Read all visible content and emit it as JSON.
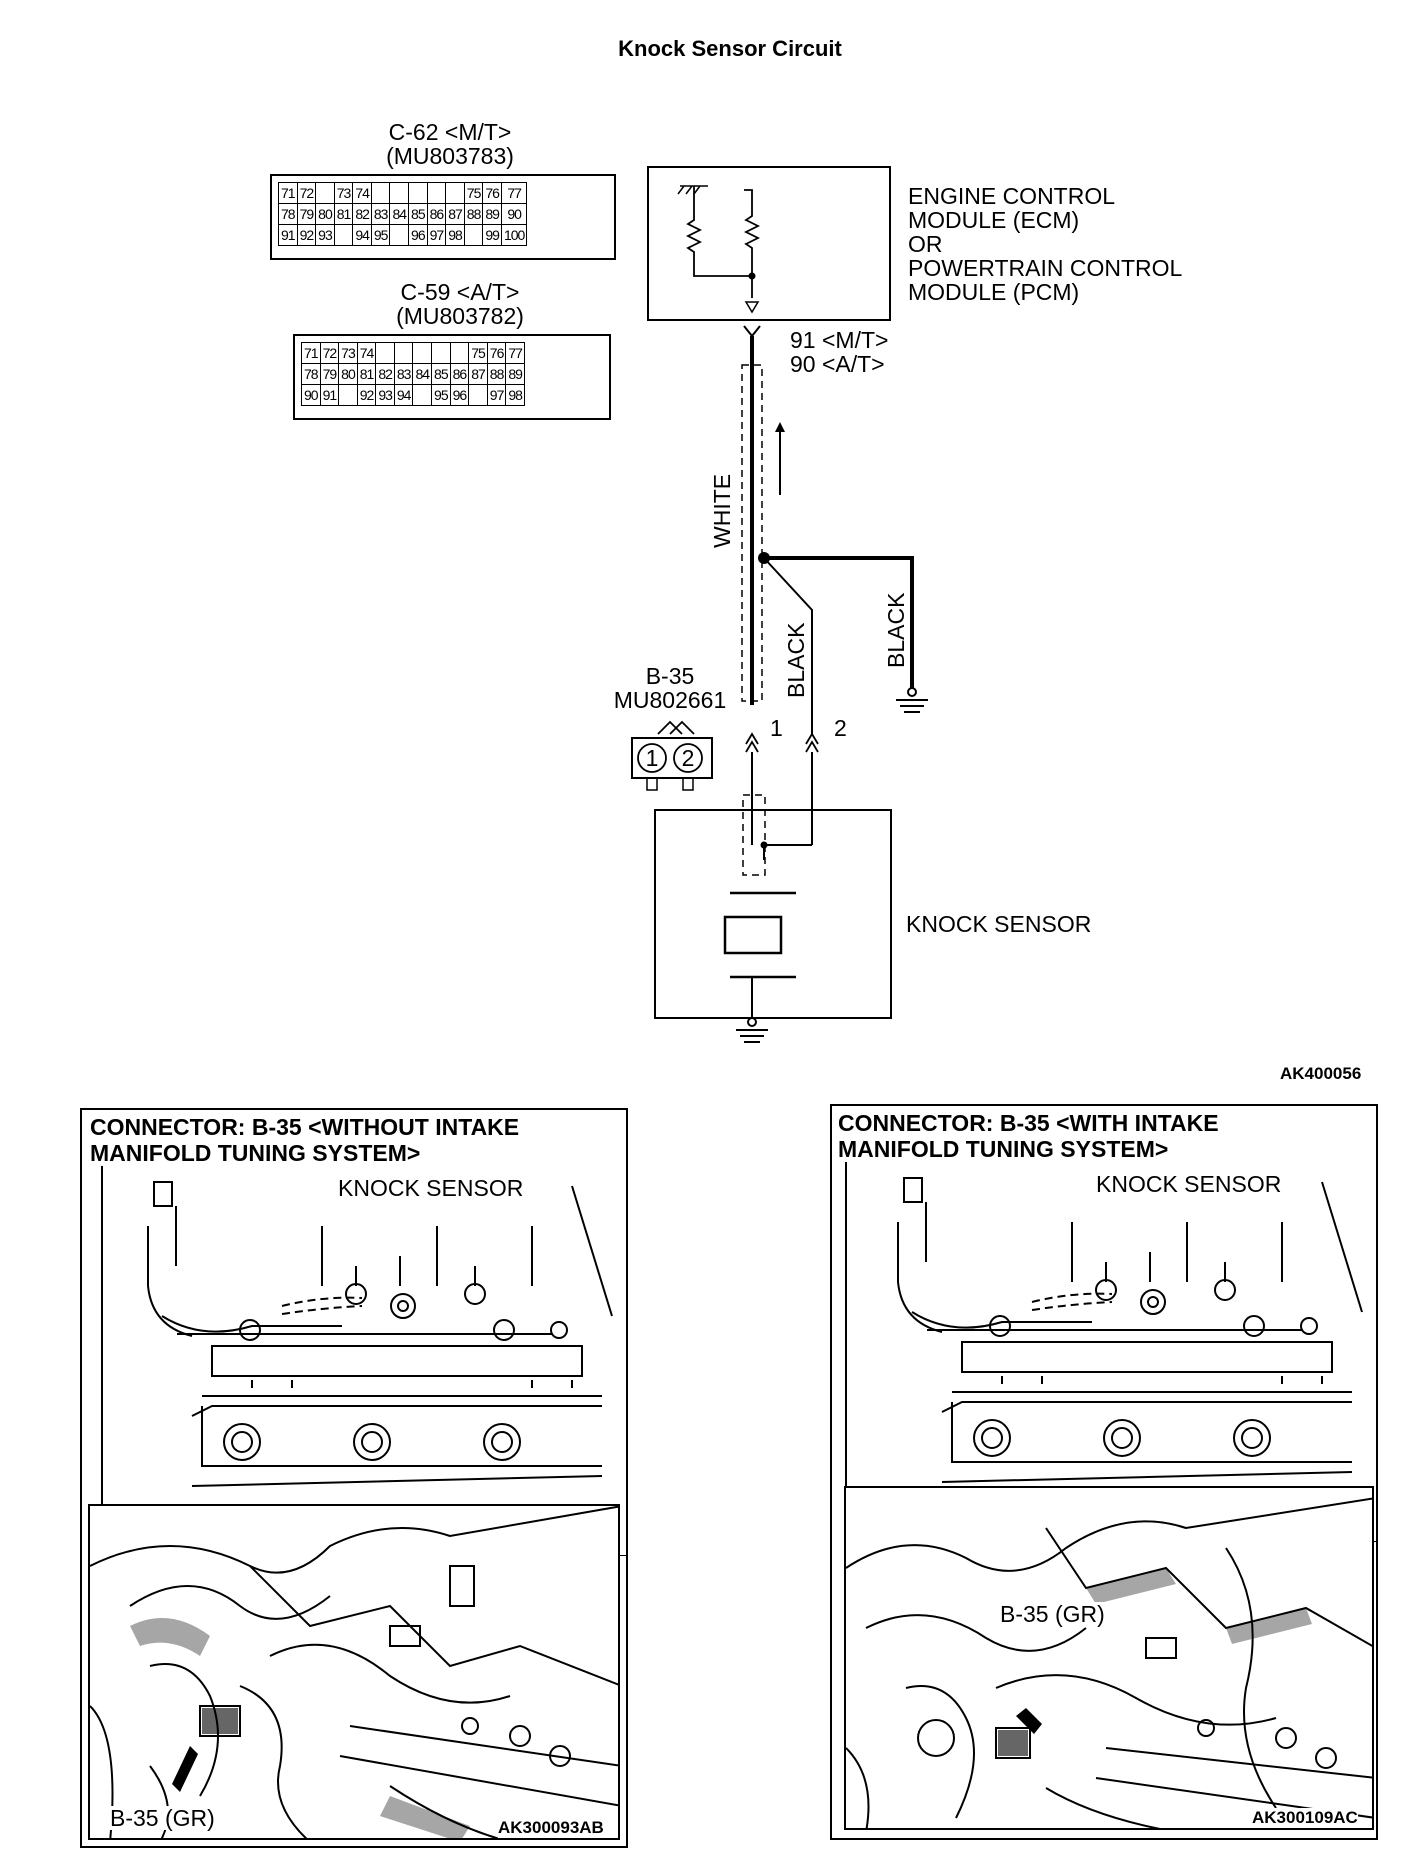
{
  "title": "Knock Sensor Circuit",
  "connector_c62": {
    "name": "C-62 <M/T>",
    "part": "(MU803783)",
    "rows": [
      [
        "71",
        "72",
        "",
        "73",
        "74",
        "",
        "",
        "",
        "",
        "",
        "75",
        "76",
        "77"
      ],
      [
        "78",
        "79",
        "80",
        "81",
        "82",
        "83",
        "84",
        "85",
        "86",
        "87",
        "88",
        "89",
        "90"
      ],
      [
        "91",
        "92",
        "93",
        "",
        "94",
        "95",
        "",
        "96",
        "97",
        "98",
        "",
        "99",
        "100"
      ]
    ]
  },
  "connector_c59": {
    "name": "C-59 <A/T>",
    "part": "(MU803782)",
    "rows": [
      [
        "71",
        "72",
        "73",
        "74",
        "",
        "",
        "",
        "",
        "",
        "75",
        "76",
        "77"
      ],
      [
        "78",
        "79",
        "80",
        "81",
        "82",
        "83",
        "84",
        "85",
        "86",
        "87",
        "88",
        "89"
      ],
      [
        "90",
        "91",
        "",
        "92",
        "93",
        "94",
        "",
        "95",
        "96",
        "",
        "97",
        "98"
      ]
    ]
  },
  "ecm": {
    "line1": "ENGINE CONTROL",
    "line2": "MODULE (ECM)",
    "line3": "OR",
    "line4": "POWERTRAIN CONTROL",
    "line5": "MODULE (PCM)"
  },
  "terminals": {
    "mt": "91 <M/T>",
    "at": "90 <A/T>"
  },
  "wires": {
    "white": "WHITE",
    "black1": "BLACK",
    "black2": "BLACK"
  },
  "connector_b35": {
    "name": "B-35",
    "part": "MU802661",
    "pin1": "1",
    "pin2": "2",
    "wire_pin1": "1",
    "wire_pin2": "2"
  },
  "knock_sensor_label": "KNOCK SENSOR",
  "diagram_code": "AK400056",
  "panel_left": {
    "title_line1": "CONNECTOR: B-35 <WITHOUT INTAKE",
    "title_line2": "MANIFOLD TUNING SYSTEM>",
    "knock_label": "KNOCK SENSOR",
    "connector_label": "B-35 (GR)",
    "code": "AK300093AB"
  },
  "panel_right": {
    "title_line1": "CONNECTOR: B-35 <WITH INTAKE",
    "title_line2": "MANIFOLD TUNING SYSTEM>",
    "knock_label": "KNOCK SENSOR",
    "connector_label": "B-35 (GR)",
    "code": "AK300109AC"
  }
}
